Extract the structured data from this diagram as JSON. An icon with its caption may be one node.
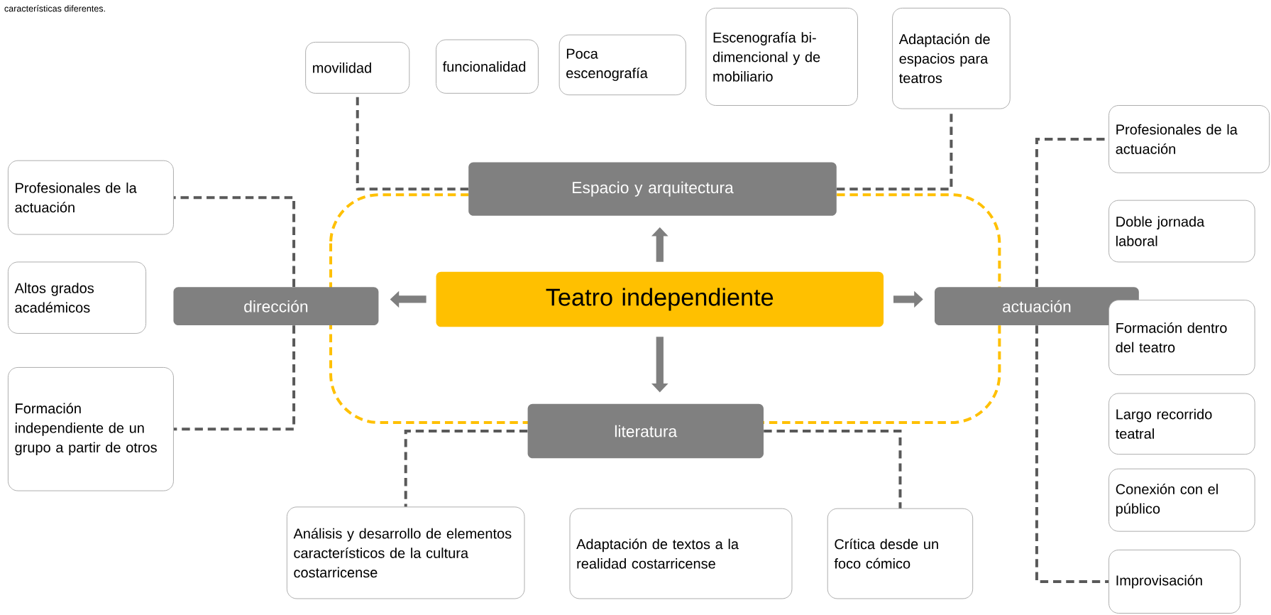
{
  "diagram": {
    "nodes": [
      {
        "text": [
          "Teatro independiente"
        ]
      },
      {
        "text": [
          "Espacio y arquitectura"
        ]
      },
      {
        "text": [
          "dirección"
        ]
      },
      {
        "text": [
          "actuación"
        ]
      },
      {
        "text": [
          "literatura"
        ]
      },
      {
        "text": [
          "Profesionales de la actuación"
        ]
      },
      {
        "text": [
          "Altos grados académicos"
        ]
      },
      {
        "text": [
          "Formación independiente de un grupo a partir de otros"
        ]
      },
      {
        "text": [
          "movilidad"
        ]
      },
      {
        "text": [
          "funcionalidad"
        ]
      },
      {
        "text": [
          "Poca escenografía"
        ]
      },
      {
        "text": [
          "Escenografía bi-dimencional y de mobiliario"
        ]
      },
      {
        "text": [
          "Adaptación de espacios para teatros"
        ]
      },
      {
        "text": [
          "Profesionales de la actuación"
        ]
      },
      {
        "text": [
          "Doble jornada laboral"
        ]
      },
      {
        "text": [
          "Formación dentro del teatro"
        ]
      },
      {
        "text": [
          "Largo recorrido teatral"
        ]
      },
      {
        "text": [
          "Conexión con el público"
        ]
      },
      {
        "text": [
          "Improvisación"
        ]
      },
      {
        "text": [
          "Análisis y desarrollo de elementos característicos de la cultura costarricense"
        ]
      },
      {
        "text": [
          "Adaptación de textos a la realidad costarricense"
        ]
      },
      {
        "text": [
          "Crítica desde un foco cómico"
        ]
      }
    ],
    "edges": [
      {
        "from": 0,
        "to": 1,
        "arrow": "to",
        "style": "thick",
        "color": "#7f7f7f"
      },
      {
        "from": 0,
        "to": 2,
        "arrow": "to",
        "style": "thick",
        "color": "#7f7f7f"
      },
      {
        "from": 0,
        "to": 3,
        "arrow": "to",
        "style": "thick",
        "color": "#7f7f7f"
      },
      {
        "from": 0,
        "to": 4,
        "arrow": "to",
        "style": "thick",
        "color": "#7f7f7f"
      },
      {
        "from": 1,
        "to": 8,
        "arrow": "none",
        "style": "dashed"
      },
      {
        "from": 1,
        "to": 12,
        "arrow": "none",
        "style": "dashed"
      },
      {
        "from": 2,
        "to": 5,
        "arrow": "none",
        "style": "dashed"
      },
      {
        "from": 2,
        "to": 7,
        "arrow": "none",
        "style": "dashed"
      },
      {
        "from": 3,
        "to": 13,
        "arrow": "none",
        "style": "dashed"
      },
      {
        "from": 3,
        "to": 18,
        "arrow": "none",
        "style": "dashed"
      },
      {
        "from": 4,
        "to": 19,
        "arrow": "none",
        "style": "dashed"
      },
      {
        "from": 4,
        "to": 21,
        "arrow": "none",
        "style": "dashed"
      }
    ],
    "labels": [
      "características diferentes."
    ]
  }
}
